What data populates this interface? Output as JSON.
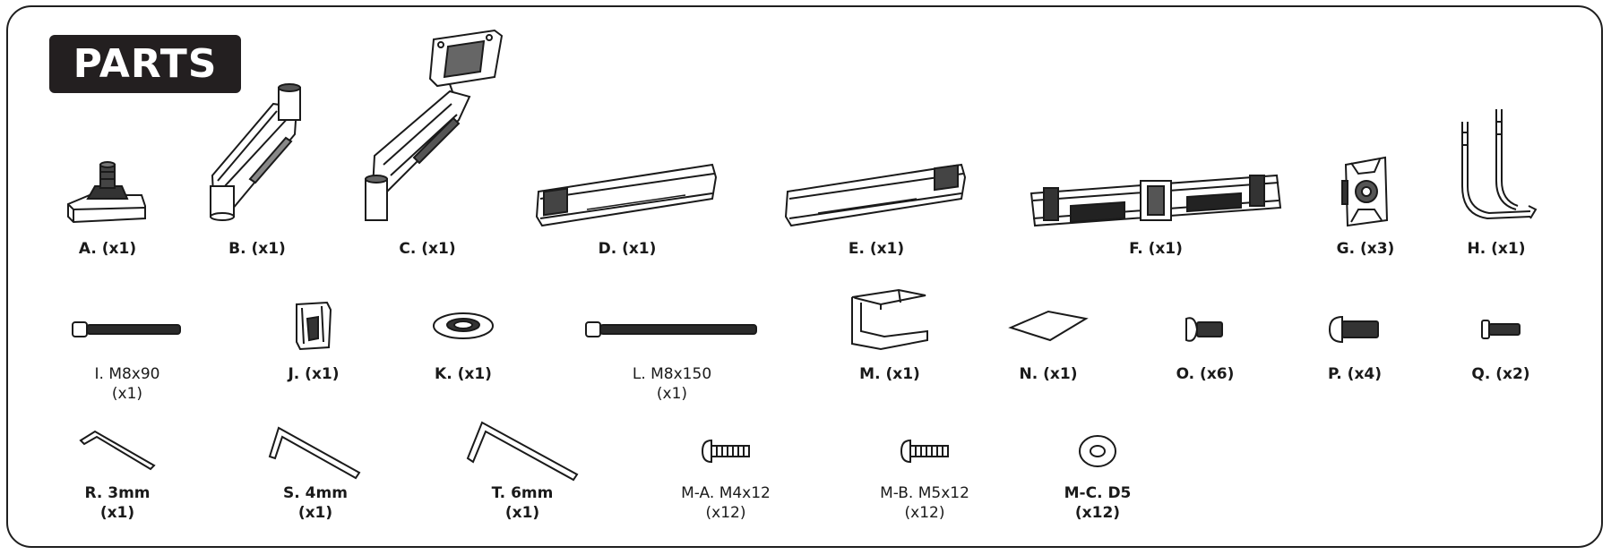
{
  "title": "PARTS",
  "parts": {
    "A": {
      "label": "A. (x1)",
      "icon": "desk-clamp-base-icon"
    },
    "B": {
      "label": "B. (x1)",
      "icon": "lower-arm-icon"
    },
    "C": {
      "label": "C. (x1)",
      "icon": "gas-spring-arm-icon"
    },
    "D": {
      "label": "D. (x1)",
      "icon": "crossbar-rail-icon"
    },
    "E": {
      "label": "E. (x1)",
      "icon": "crossbar-rail-icon"
    },
    "F": {
      "label": "F. (x1)",
      "icon": "center-bracket-bar-icon"
    },
    "G": {
      "label": "G. (x3)",
      "icon": "vesa-plate-icon"
    },
    "H": {
      "label": "H. (x1)",
      "icon": "support-frame-icon"
    },
    "I": {
      "line1": "I. M8x90",
      "line2": "(x1)",
      "icon": "bolt-icon"
    },
    "J": {
      "label": "J. (x1)",
      "icon": "cable-clip-icon"
    },
    "K": {
      "label": "K. (x1)",
      "icon": "grommet-plate-icon"
    },
    "L": {
      "line1": "L. M8x150",
      "line2": "(x1)",
      "icon": "long-bolt-icon"
    },
    "M": {
      "label": "M. (x1)",
      "icon": "c-clamp-icon"
    },
    "N": {
      "label": "N. (x1)",
      "icon": "pad-icon"
    },
    "O": {
      "label": "O. (x6)",
      "icon": "screw-icon"
    },
    "P": {
      "label": "P. (x4)",
      "icon": "screw-icon"
    },
    "Q": {
      "label": "Q. (x2)",
      "icon": "screw-icon"
    },
    "R": {
      "line1": "R. 3mm",
      "line2": "(x1)",
      "icon": "allen-key-icon"
    },
    "S": {
      "line1": "S. 4mm",
      "line2": "(x1)",
      "icon": "allen-key-icon"
    },
    "T": {
      "line1": "T. 6mm",
      "line2": "(x1)",
      "icon": "allen-key-icon"
    },
    "MA": {
      "line1": "M-A. M4x12",
      "line2": "(x12)",
      "icon": "screw-icon"
    },
    "MB": {
      "line1": "M-B. M5x12",
      "line2": "(x12)",
      "icon": "screw-icon"
    },
    "MC": {
      "line1": "M-C. D5",
      "line2": "(x12)",
      "icon": "washer-icon"
    }
  }
}
